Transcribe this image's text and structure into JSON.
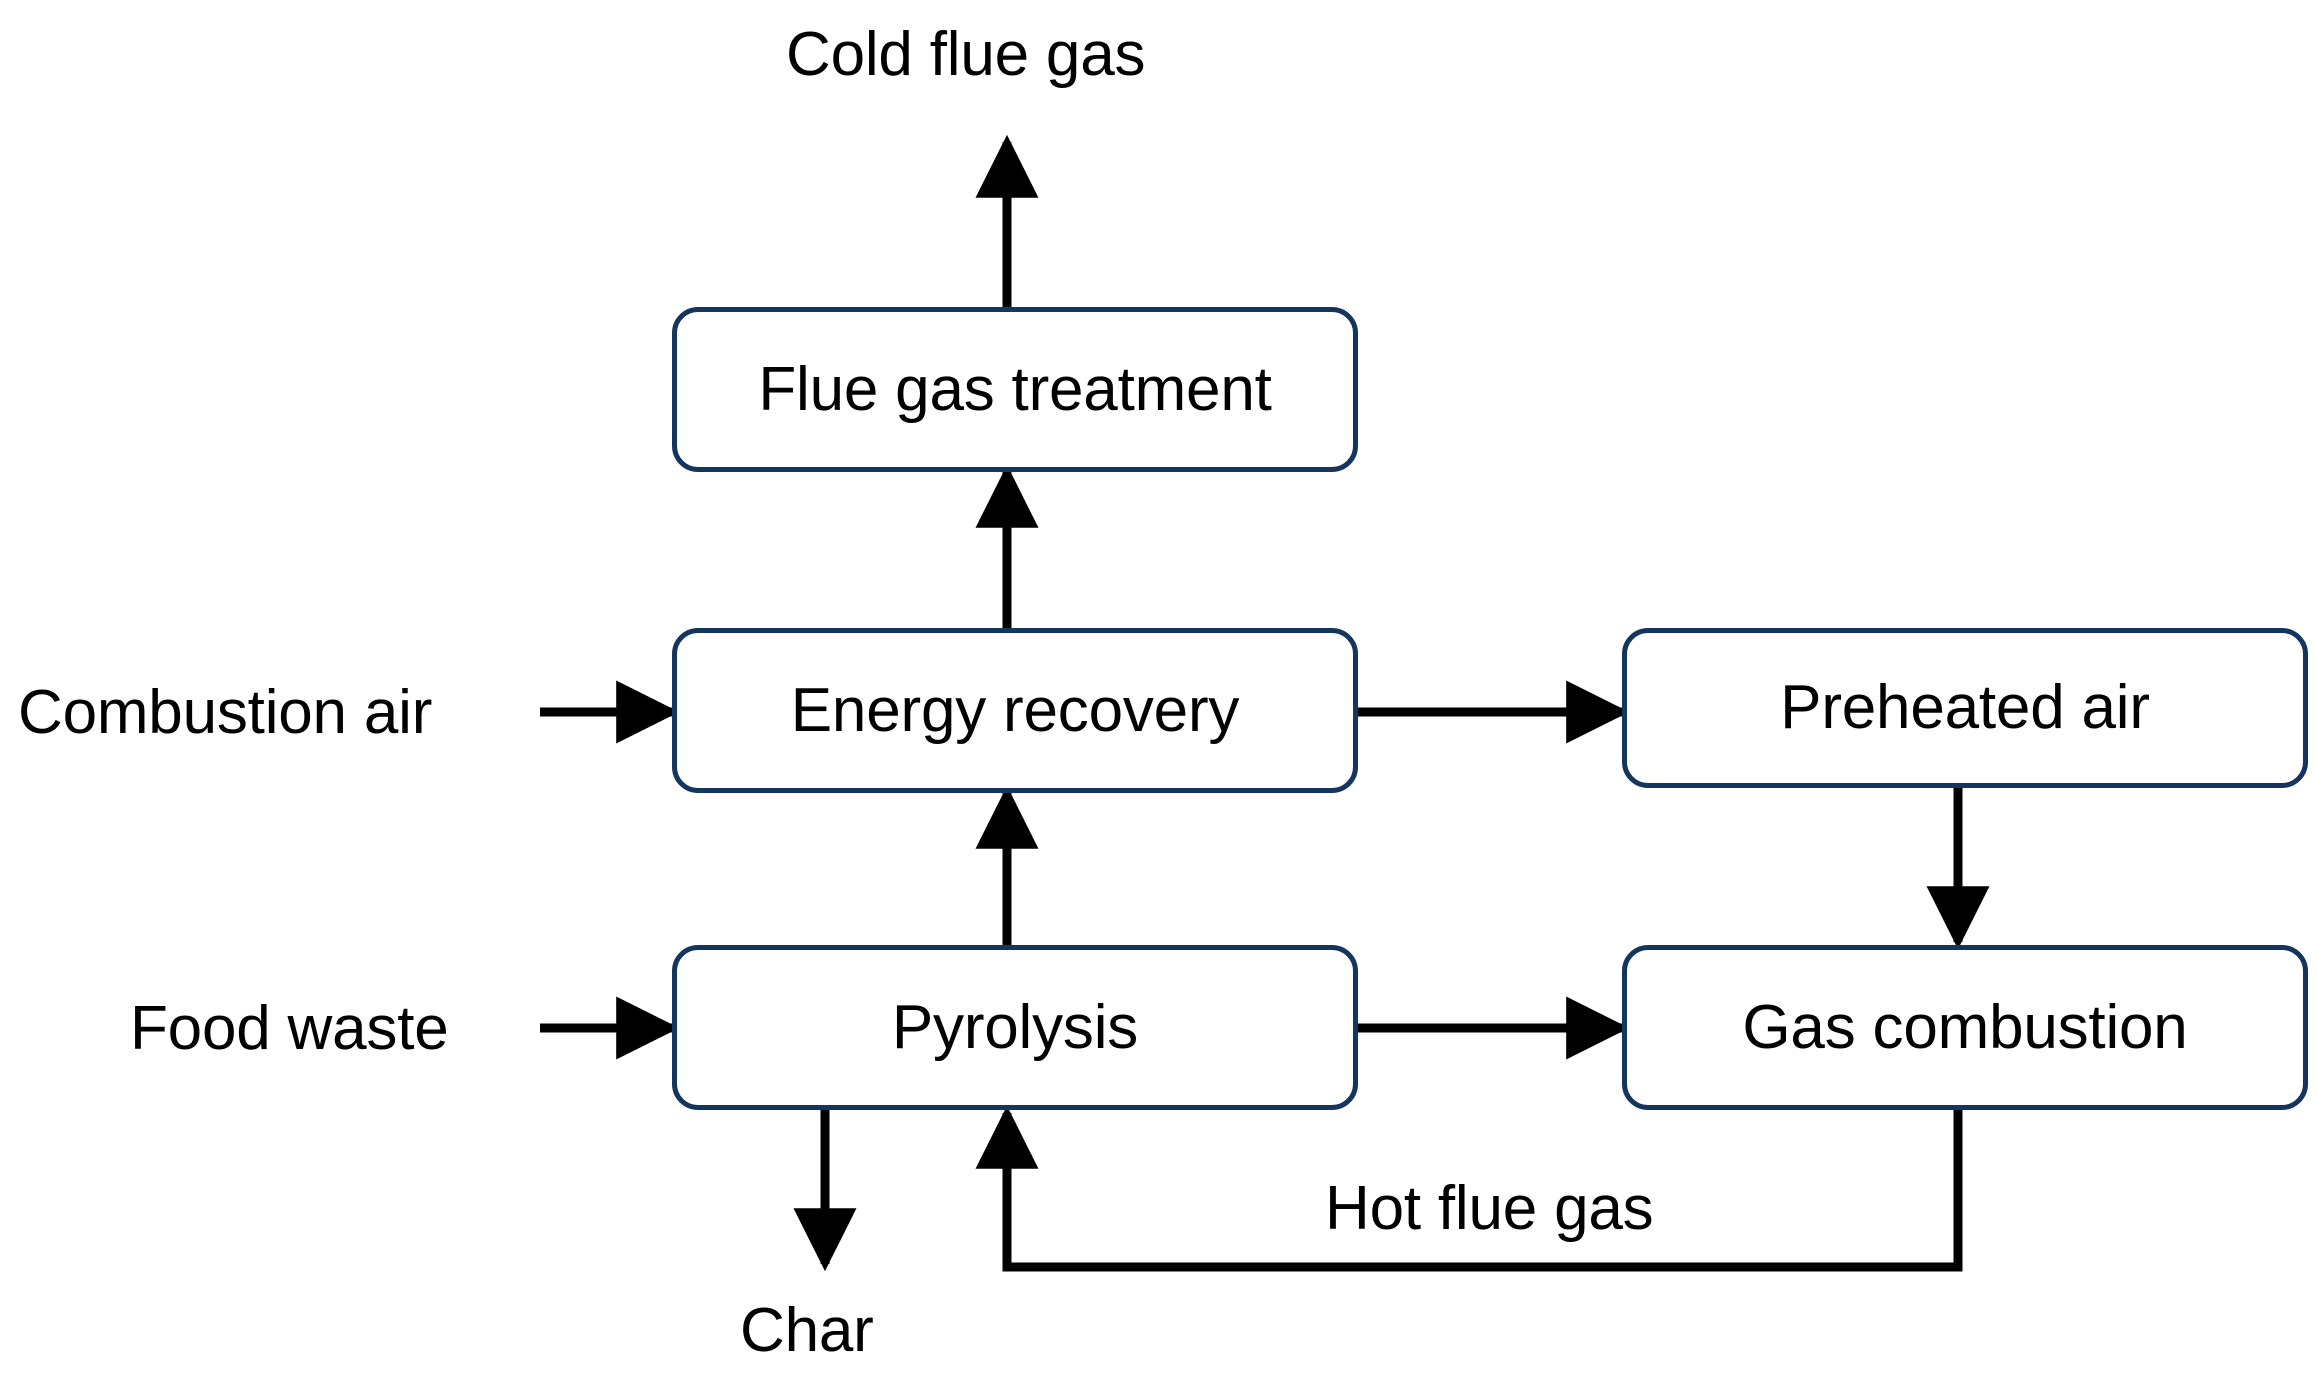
{
  "diagram": {
    "title": "Food waste pyrolysis with energy recovery process flow",
    "type": "process-flow-block-diagram",
    "colors": {
      "box_border": "#14365e",
      "box_fill": "#ffffff",
      "connector": "#000000",
      "background": "#ffffff",
      "text": "#000000"
    },
    "nodes": [
      {
        "id": "flue-gas-treatment",
        "label": "Flue gas treatment"
      },
      {
        "id": "energy-recovery",
        "label": "Energy recovery"
      },
      {
        "id": "preheated-air",
        "label": "Preheated air"
      },
      {
        "id": "pyrolysis",
        "label": "Pyrolysis"
      },
      {
        "id": "gas-combustion",
        "label": "Gas combustion"
      }
    ],
    "stream_labels": [
      {
        "id": "cold-flue-gas",
        "label": "Cold flue gas"
      },
      {
        "id": "combustion-air",
        "label": "Combustion air"
      },
      {
        "id": "food-waste",
        "label": "Food waste"
      },
      {
        "id": "char",
        "label": "Char"
      },
      {
        "id": "hot-flue-gas",
        "label": "Hot flue gas"
      }
    ],
    "edges": [
      {
        "id": "edge-combustion-air-to-energy-recovery",
        "from": "combustion-air",
        "to": "energy-recovery",
        "label": ""
      },
      {
        "id": "edge-food-waste-to-pyrolysis",
        "from": "food-waste",
        "to": "pyrolysis",
        "label": ""
      },
      {
        "id": "edge-pyrolysis-to-energy-recovery",
        "from": "pyrolysis",
        "to": "energy-recovery",
        "label": ""
      },
      {
        "id": "edge-energy-recovery-to-flue-treatment",
        "from": "energy-recovery",
        "to": "flue-gas-treatment",
        "label": ""
      },
      {
        "id": "edge-flue-treatment-to-cold-flue-gas",
        "from": "flue-gas-treatment",
        "to": "cold-flue-gas",
        "label": "Cold flue gas"
      },
      {
        "id": "edge-energy-recovery-to-preheated-air",
        "from": "energy-recovery",
        "to": "preheated-air",
        "label": ""
      },
      {
        "id": "edge-preheated-air-to-gas-combustion",
        "from": "preheated-air",
        "to": "gas-combustion",
        "label": ""
      },
      {
        "id": "edge-pyrolysis-to-gas-combustion",
        "from": "pyrolysis",
        "to": "gas-combustion",
        "label": ""
      },
      {
        "id": "edge-gas-combustion-to-pyrolysis",
        "from": "gas-combustion",
        "to": "pyrolysis",
        "label": "Hot flue gas"
      },
      {
        "id": "edge-pyrolysis-to-char",
        "from": "pyrolysis",
        "to": "char",
        "label": "Char"
      }
    ]
  }
}
